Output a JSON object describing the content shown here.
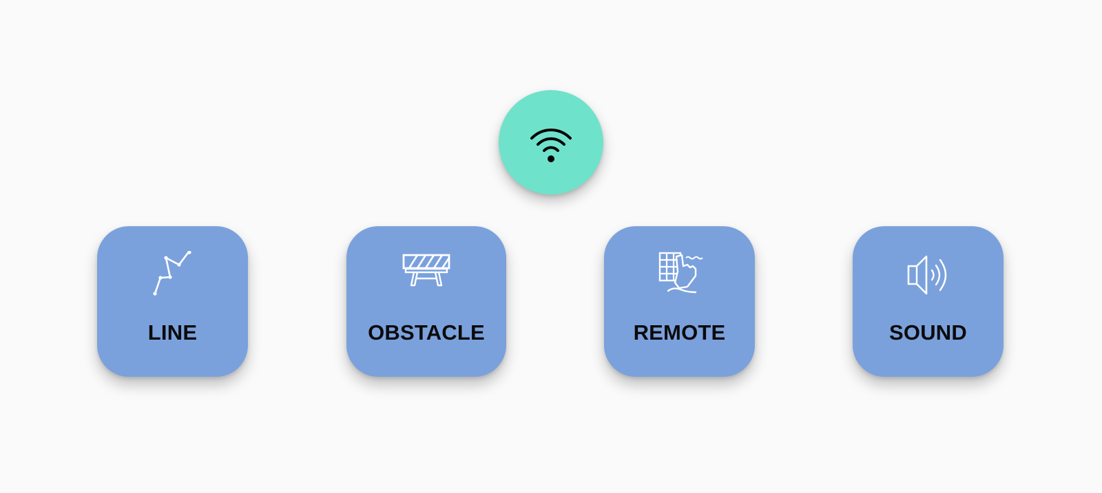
{
  "wifi": {
    "icon": "wifi-icon",
    "color": "#6fe2cb"
  },
  "cards": {
    "color": "#7aa1dc",
    "line": {
      "label": "LINE",
      "icon": "line-path-icon"
    },
    "obstacle": {
      "label": "OBSTACLE",
      "icon": "barrier-icon"
    },
    "remote": {
      "label": "REMOTE",
      "icon": "touch-keypad-icon"
    },
    "sound": {
      "label": "SOUND",
      "icon": "speaker-icon"
    }
  }
}
